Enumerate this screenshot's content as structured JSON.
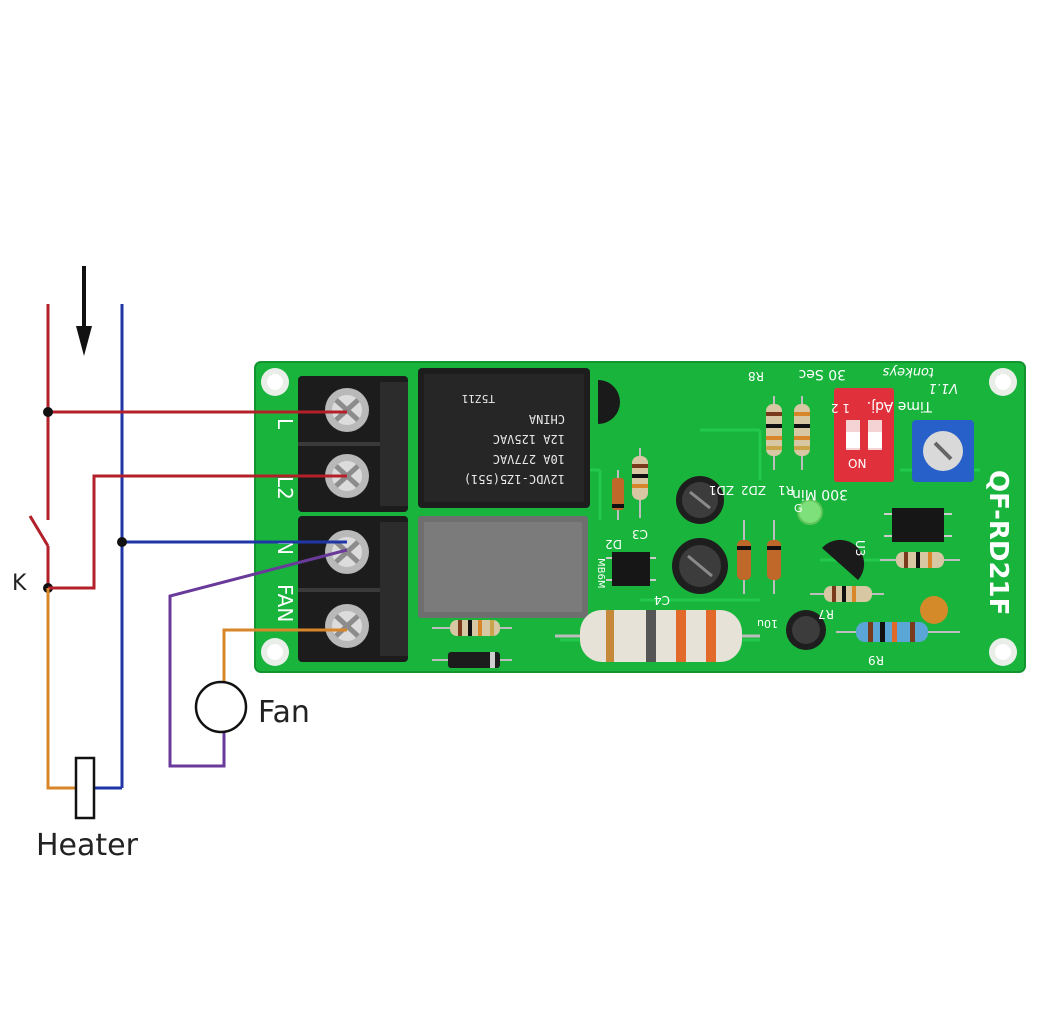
{
  "labels": {
    "switch": "K",
    "fan": "Fan",
    "heater": "Heater"
  },
  "terminals": [
    "L",
    "L2",
    "N",
    "FAN"
  ],
  "board": {
    "model": "QF-RD21F",
    "version": "V1.1",
    "maker": "tonkeys",
    "time_adj": "Time Adj.",
    "min_label": "300 Min",
    "sec_label": "30 Sec",
    "dip_numbers": "1 2",
    "dip_on": "ON",
    "relay_lines": [
      "12VDC-1Z5(551)",
      "10A 277VAC",
      "12A 125VAC",
      "CHINA",
      "T5Z11"
    ],
    "component_refs": {
      "r8": "R8",
      "r1": "R1",
      "zd2": "ZD2",
      "zd1": "ZD1",
      "d2": "D2",
      "c3": "C3",
      "c4": "C4",
      "u3": "U3",
      "r7": "R7",
      "r9": "R9",
      "g": "G",
      "mb": "MB6M"
    },
    "cap_values": [
      "10u"
    ]
  },
  "colors": {
    "live": "#b3202a",
    "neutral": "#1f35a8",
    "fan_wire": "#6a3a9a",
    "heater_wire": "#d8862a",
    "board": "#18b43c",
    "terminal": "#1c1c1c"
  },
  "icons": {
    "current_direction": "down-arrow-icon",
    "switch": "switch-icon",
    "fan": "fan-symbol-icon",
    "heater": "heater-symbol-icon"
  }
}
